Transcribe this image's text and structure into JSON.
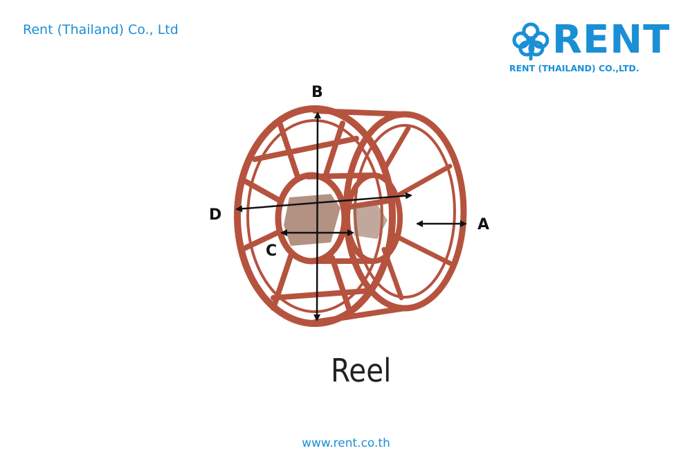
{
  "header": {
    "company_name": "Rent (Thailand) Co., Ltd"
  },
  "logo": {
    "icon": "clover-flower-icon",
    "wordmark": "RENT",
    "subtitle": "RENT (THAILAND) CO.,LTD.",
    "color": "#1a8fd6"
  },
  "diagram": {
    "labels": {
      "a": "A",
      "b": "B",
      "c": "C",
      "d": "D"
    },
    "reel_color": "#b5533f",
    "caption": "Reel"
  },
  "footer": {
    "website": "www.rent.co.th"
  }
}
